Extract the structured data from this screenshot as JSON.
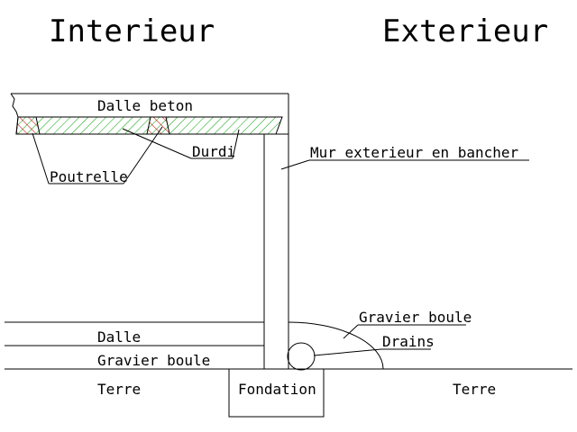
{
  "titles": {
    "interior": "Interieur",
    "exterior": "Exterieur"
  },
  "labels": {
    "slab": "Dalle beton",
    "hollow_block": "Durdi",
    "joist": "Poutrelle",
    "wall": "Mur exterieur en bancher",
    "gravel_ext": "Gravier boule",
    "drains": "Drains",
    "floor_slab": "Dalle",
    "gravel_int": "Gravier boule",
    "earth_left": "Terre",
    "foundation": "Fondation",
    "earth_right": "Terre"
  },
  "colors": {
    "hollow_block_hatch": "#00a000",
    "joist_hatch": "#d00000",
    "line": "#000000"
  }
}
